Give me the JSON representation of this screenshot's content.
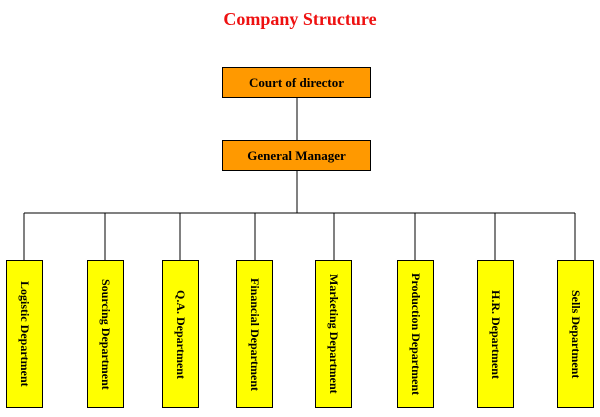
{
  "title": "Company Structure",
  "top": {
    "court": "Court of director",
    "manager": "General Manager"
  },
  "departments": [
    "Logistic Department",
    "Sourcing Department",
    "Q.A. Department",
    "Financial Department",
    "Marketing Department",
    "Production Department",
    "H.R. Department",
    "Sells Department"
  ],
  "colors": {
    "title": "#ee1111",
    "top_box": "#ff9900",
    "department_box": "#ffff00",
    "connector": "#000000"
  }
}
